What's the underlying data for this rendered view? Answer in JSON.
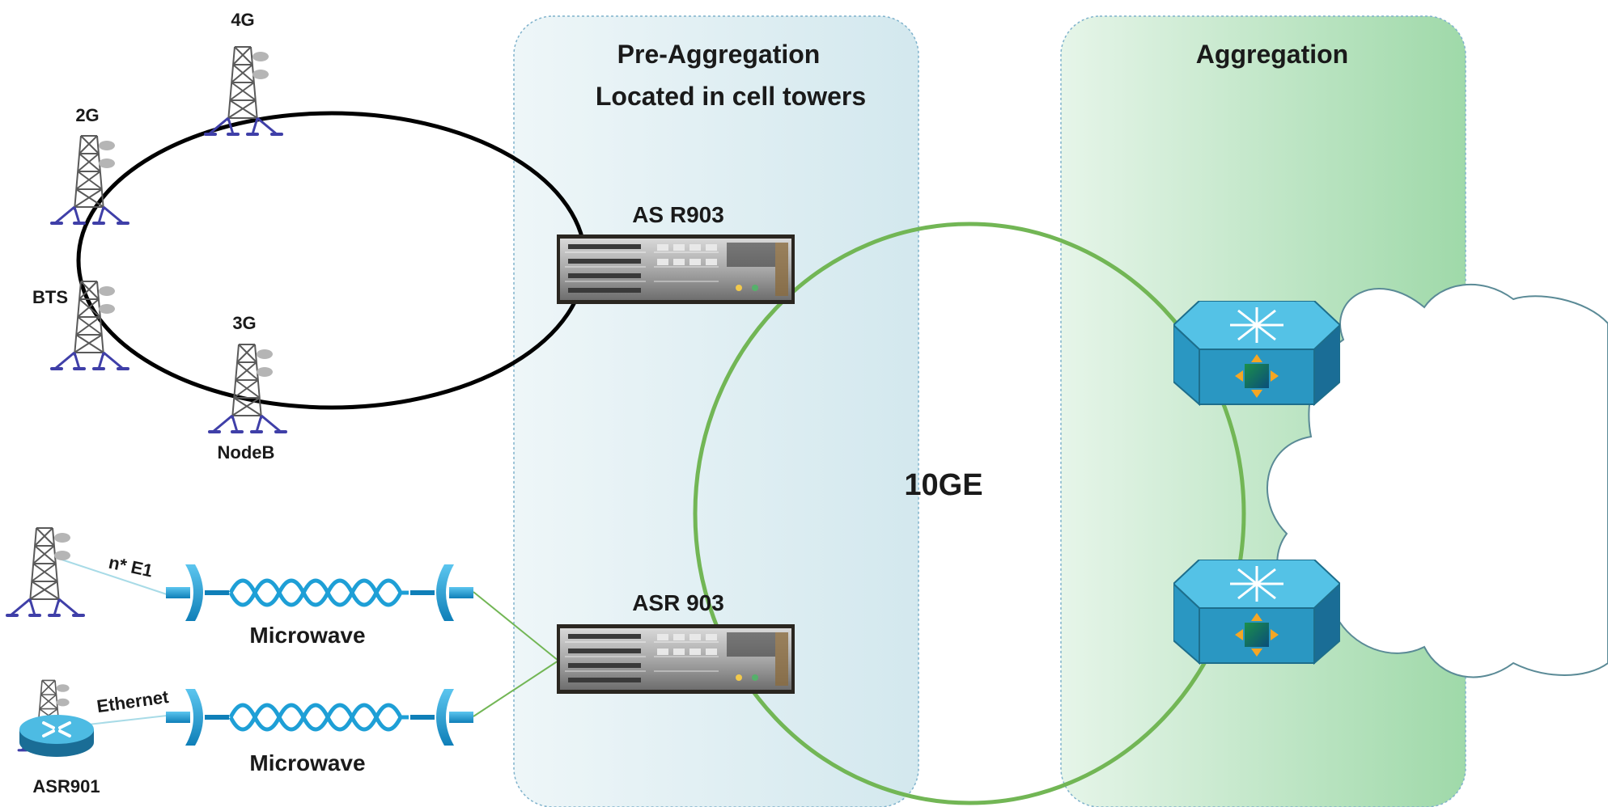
{
  "zones": {
    "pre_aggregation": {
      "title": "Pre-Aggregation",
      "subtitle": "Located in cell towers"
    },
    "aggregation": {
      "title": "Aggregation"
    }
  },
  "towers": {
    "t4g": "4G",
    "t2g": "2G",
    "bts": "BTS",
    "t3g": "3G",
    "nodeb": "NodeB"
  },
  "routers": {
    "top": "AS R903",
    "bottom": "ASR 903"
  },
  "ring_label": "10GE",
  "links": {
    "e1": "n* E1",
    "ethernet": "Ethernet",
    "microwave_top": "Microwave",
    "microwave_bottom": "Microwave"
  },
  "asr901_label": "ASR901",
  "colors": {
    "pre_agg_zone": "#d6e9ef",
    "agg_zone": "#a8dcb1",
    "ring_green": "#6db54f",
    "switch_blue": "#3fb3dc",
    "microwave_blue": "#1e9fd6"
  },
  "icons": [
    "cell-tower-icon",
    "router-chassis-icon",
    "layer3-switch-icon",
    "microwave-link-icon",
    "router-icon",
    "cloud-icon"
  ]
}
